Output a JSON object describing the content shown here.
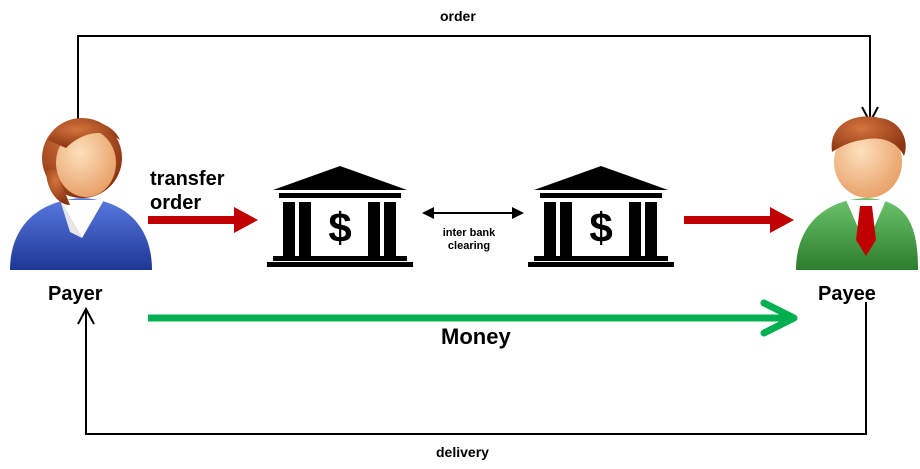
{
  "labels": {
    "order": "order",
    "delivery": "delivery",
    "transfer_line1": "transfer",
    "transfer_line2": "order",
    "payer": "Payer",
    "payee": "Payee",
    "money": "Money",
    "clearing_line1": "inter bank",
    "clearing_line2": "clearing",
    "bank_symbol": "$"
  },
  "colors": {
    "transfer_arrow": "#c00000",
    "money_arrow": "#00b050",
    "payer_suit": "#2f4fb6",
    "payee_suit": "#3a9a3a",
    "payee_tie": "#c00000",
    "hair": "#a0421a",
    "skin": "#f6c18f",
    "bank": "#000000"
  },
  "icons": {
    "payer": "payer-person-icon",
    "payee": "payee-person-icon",
    "bank": "bank-building-icon"
  }
}
